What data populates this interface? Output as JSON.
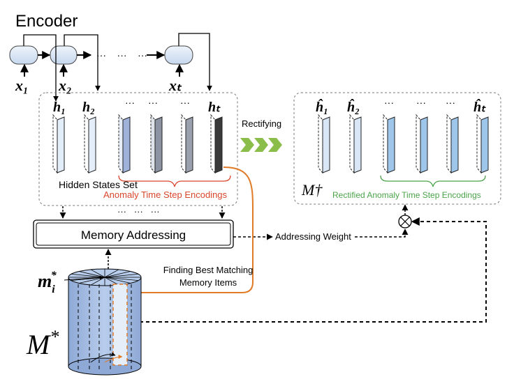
{
  "encoder": {
    "title": "Encoder",
    "inputs": [
      "x₁",
      "x₂",
      "xₜ"
    ],
    "chain_ellipsis": "···    ···    ···"
  },
  "hidden_states": {
    "labels": [
      "h₁",
      "h₂",
      "hₜ"
    ],
    "ellipsis": "···",
    "set_label": "Hidden States Set",
    "anomaly_label": "Anomaly Time Step Encodings"
  },
  "rectify": {
    "label": "Rectifying"
  },
  "rectified": {
    "labels": [
      "ĥ₁",
      "ĥ₂",
      "ĥₜ"
    ],
    "ellipsis": "···",
    "set_symbol": "M†",
    "anomaly_label": "Rectified Anomaly Time Step Encodings"
  },
  "memory_addressing": {
    "label": "Memory Addressing",
    "between_arrows": "···   ···   ···",
    "weight_label": "Addressing Weight"
  },
  "memory": {
    "item_symbol": "m",
    "item_sub": "i",
    "item_sup": "*",
    "finding_label_line1": "Finding Best Matching",
    "finding_label_line2": "Memory Items",
    "bank_symbol": "M",
    "bank_sup": "*"
  },
  "colors": {
    "anomaly_red": "#d9452b",
    "rectified_green": "#4aa34a",
    "orange_path": "#e07b27",
    "chevron_green": "#8bbd4a",
    "cylinder_blue": "#a8c1e6"
  }
}
